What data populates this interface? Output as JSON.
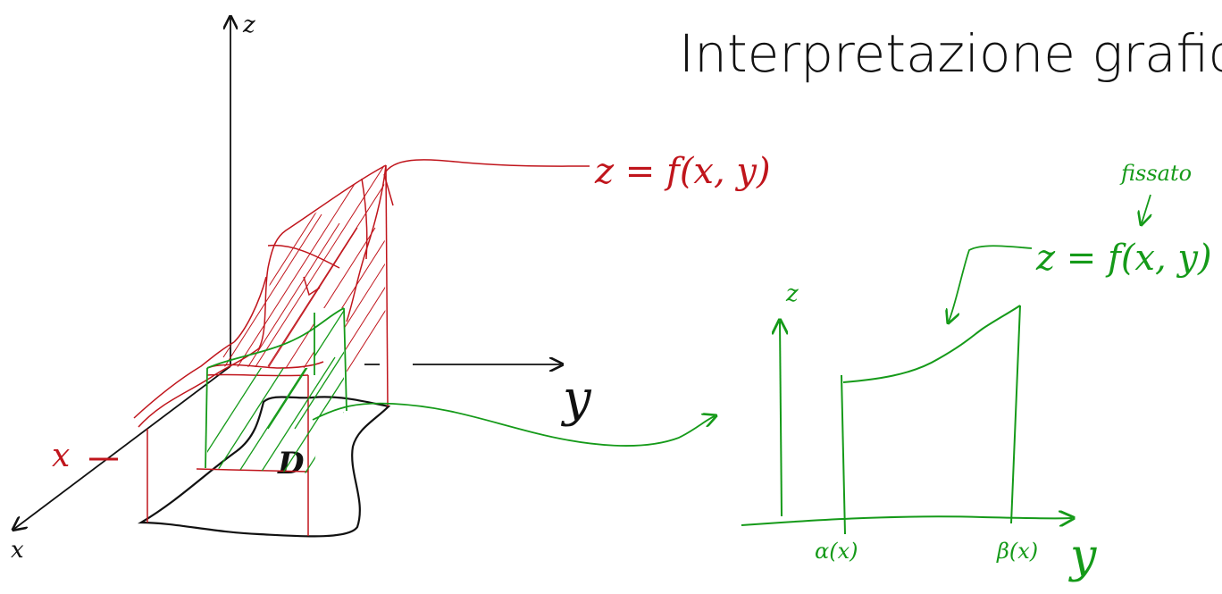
{
  "title": "Interpretazione grafica",
  "colors": {
    "ink": "#111111",
    "red": "#c0151c",
    "green": "#159a19"
  },
  "left_figure": {
    "axis_z": "z",
    "axis_y": "y",
    "axis_x": "x",
    "x_marker": "x",
    "domain_label": "D",
    "surface_label": "z = f(x, y)"
  },
  "right_figure": {
    "axis_z": "z",
    "axis_y": "y",
    "lower_limit": "α(x)",
    "upper_limit": "β(x)",
    "curve_label": "z = f(x, y)",
    "note": "fissato"
  }
}
